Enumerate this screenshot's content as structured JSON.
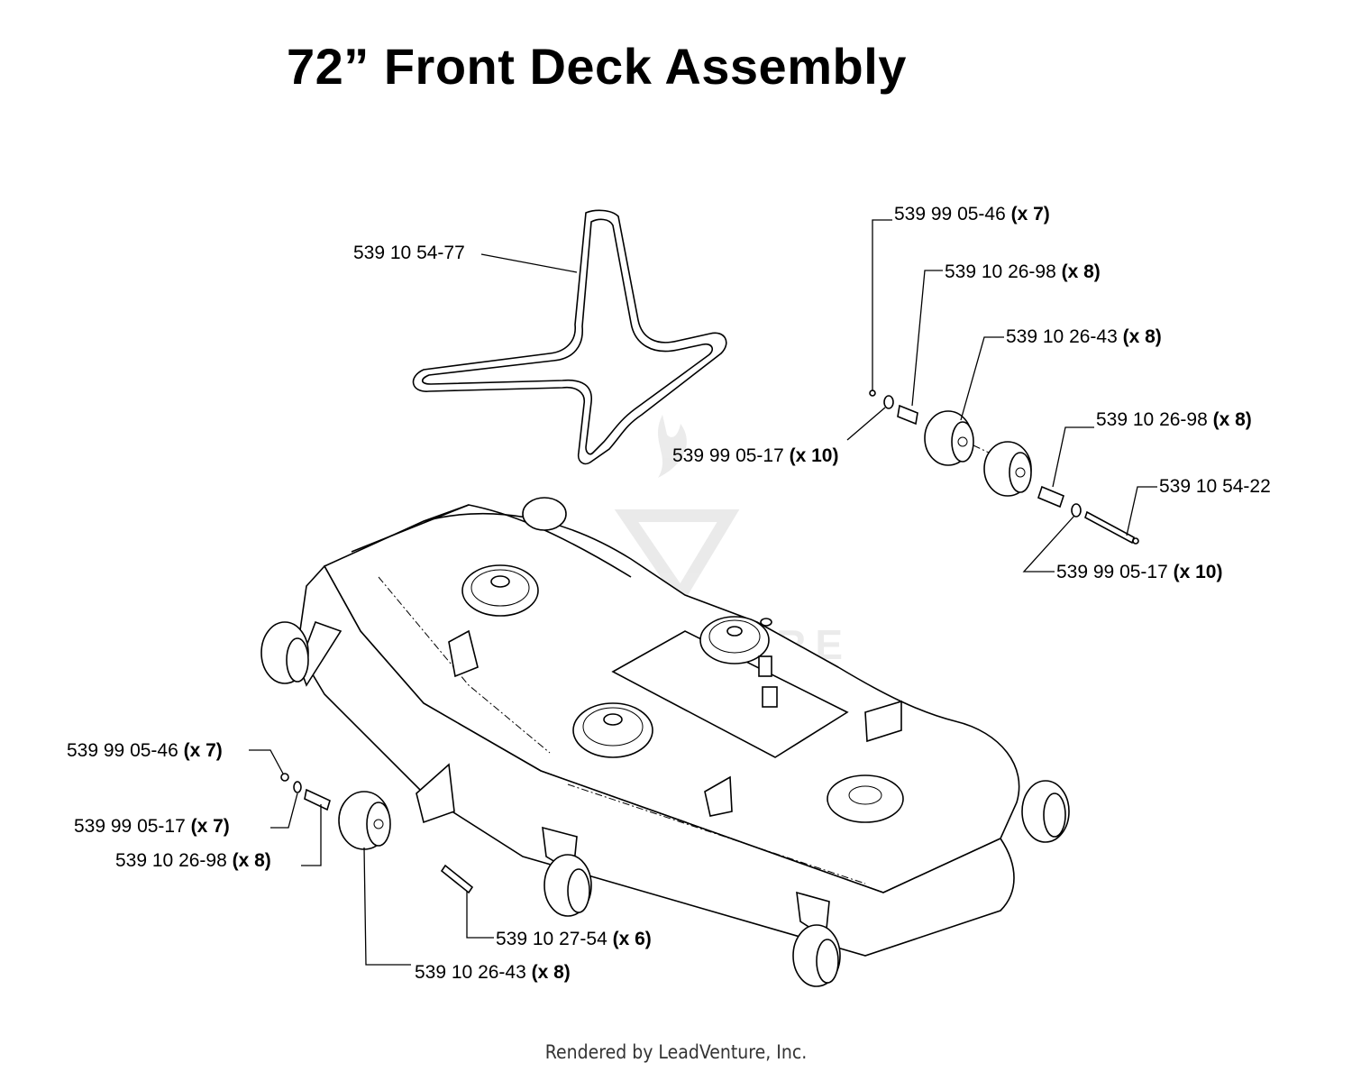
{
  "title": "72” Front Deck Assembly",
  "footer": "Rendered by LeadVenture, Inc.",
  "watermark": {
    "text": "LEADVENTURE",
    "logo": "leadventure-flame-logo"
  },
  "parts": {
    "belt": {
      "number": "539 10 54-77",
      "qty": ""
    },
    "r_bolt_top": {
      "number": "539 99 05-46",
      "qty": "(x 7)"
    },
    "r_bushing_top": {
      "number": "539 10 26-98",
      "qty": "(x 8)"
    },
    "r_wheel_top": {
      "number": "539 10 26-43",
      "qty": "(x 8)"
    },
    "r_bushing_mid": {
      "number": "539 10 26-98",
      "qty": "(x 8)"
    },
    "r_axle": {
      "number": "539 10 54-22",
      "qty": ""
    },
    "r_washer_left": {
      "number": "539 99 05-17",
      "qty": "(x 10)"
    },
    "r_washer_right": {
      "number": "539 99 05-17",
      "qty": "(x 10)"
    },
    "l_bolt": {
      "number": "539 99 05-46",
      "qty": "(x 7)"
    },
    "l_washer": {
      "number": "539 99 05-17",
      "qty": "(x 7)"
    },
    "l_bushing": {
      "number": "539 10 26-98",
      "qty": "(x 8)"
    },
    "l_pin": {
      "number": "539 10 27-54",
      "qty": "(x 6)"
    },
    "l_wheel": {
      "number": "539 10 26-43",
      "qty": "(x 8)"
    }
  }
}
